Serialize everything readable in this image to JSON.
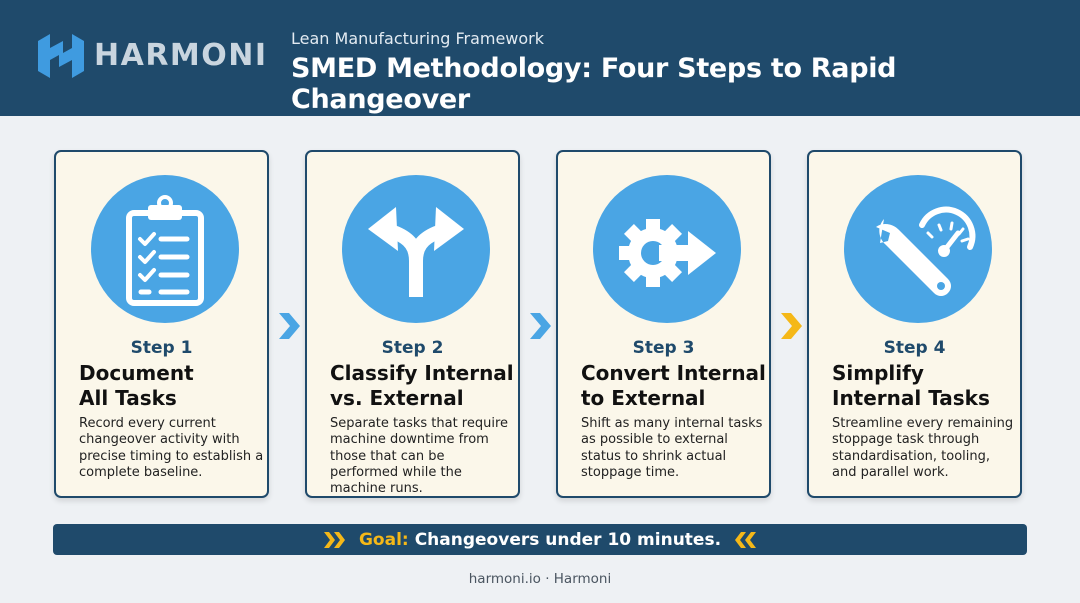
{
  "header": {
    "brand": "HARMONI",
    "kicker": "Lean Manufacturing Framework",
    "title": "SMED Methodology: Four Steps to Rapid Changeover"
  },
  "steps": [
    {
      "number": "Step 1",
      "title_line1": "Document",
      "title_line2": "All Tasks",
      "description": "Record every current changeover activity with precise timing to establish a complete baseline.",
      "icon": "clipboard-checklist-icon"
    },
    {
      "number": "Step 2",
      "title_line1": "Classify Internal",
      "title_line2": "vs. External",
      "description": "Separate tasks that require machine downtime from those that can be performed while the machine runs.",
      "icon": "split-arrows-icon"
    },
    {
      "number": "Step 3",
      "title_line1": "Convert Internal",
      "title_line2": "to External",
      "description": "Shift as many internal tasks as possible to external status to shrink actual stoppage time.",
      "icon": "gear-arrow-icon"
    },
    {
      "number": "Step 4",
      "title_line1": "Simplify",
      "title_line2": "Internal Tasks",
      "description": "Streamline every remaining stoppage task through standardisation, tooling, and parallel work.",
      "icon": "wrench-gauge-icon"
    }
  ],
  "goal": {
    "label": "Goal:",
    "text": "Changeovers under 10 minutes."
  },
  "footer": "harmoni.io · Harmoni",
  "colors": {
    "header_bg": "#1f4a6b",
    "accent_blue": "#4aa5e4",
    "accent_yellow": "#f5b818",
    "card_bg": "#fbf7ea"
  }
}
